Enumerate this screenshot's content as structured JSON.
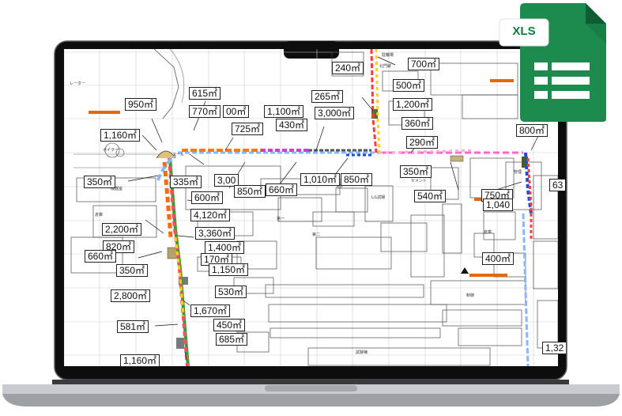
{
  "excel_badge": {
    "text": "XLS",
    "icon": "spreadsheet-file-icon",
    "colors": {
      "green_dark": "#107c41",
      "green_mid": "#21a366",
      "green_light": "#33c481",
      "fold": "#185c37"
    }
  },
  "laptop": {
    "icon": "laptop-icon",
    "colors": {
      "bezel": "#0d0d0d",
      "body": "#c9cbce"
    }
  },
  "map_text": [
    "駐輪場",
    "西門",
    "ヌール",
    "レーター",
    "北門跡",
    "倉庫",
    "L/L試験",
    "S/S",
    "倉庫",
    "機器室",
    "ボイラー",
    "第一",
    "第二",
    "制御",
    "試験棟",
    "セメント",
    "管理"
  ],
  "labels": [
    {
      "text": "240㎡"
    },
    {
      "text": "700㎡"
    },
    {
      "text": "500㎡"
    },
    {
      "text": "615㎡"
    },
    {
      "text": "950㎡"
    },
    {
      "text": "265㎡"
    },
    {
      "text": "1,200㎡"
    },
    {
      "text": "770㎡"
    },
    {
      "text": "00㎡"
    },
    {
      "text": "1,100㎡"
    },
    {
      "text": "3,000㎡"
    },
    {
      "text": "725㎡"
    },
    {
      "text": "430㎡"
    },
    {
      "text": "360㎡"
    },
    {
      "text": "1,160㎡"
    },
    {
      "text": "290㎡"
    },
    {
      "text": "800㎡"
    },
    {
      "text": "350㎡"
    },
    {
      "text": "335㎡"
    },
    {
      "text": "3,00"
    },
    {
      "text": "850㎡"
    },
    {
      "text": "660㎡"
    },
    {
      "text": "1,010㎡"
    },
    {
      "text": "850㎡"
    },
    {
      "text": "350㎡"
    },
    {
      "text": "540㎡"
    },
    {
      "text": "750㎡"
    },
    {
      "text": "63"
    },
    {
      "text": "600㎡"
    },
    {
      "text": "1,040"
    },
    {
      "text": "4,120㎡"
    },
    {
      "text": "3,360㎡"
    },
    {
      "text": "2,200㎡"
    },
    {
      "text": "820㎡"
    },
    {
      "text": "1,400㎡"
    },
    {
      "text": "660㎡"
    },
    {
      "text": "170㎡"
    },
    {
      "text": "400㎡"
    },
    {
      "text": "350㎡"
    },
    {
      "text": "1,150㎡"
    },
    {
      "text": "530㎡"
    },
    {
      "text": "2,800㎡"
    },
    {
      "text": "1,670㎡"
    },
    {
      "text": "450㎡"
    },
    {
      "text": "581㎡"
    },
    {
      "text": "685㎡"
    },
    {
      "text": "1,32"
    },
    {
      "text": "1,160㎡"
    }
  ]
}
